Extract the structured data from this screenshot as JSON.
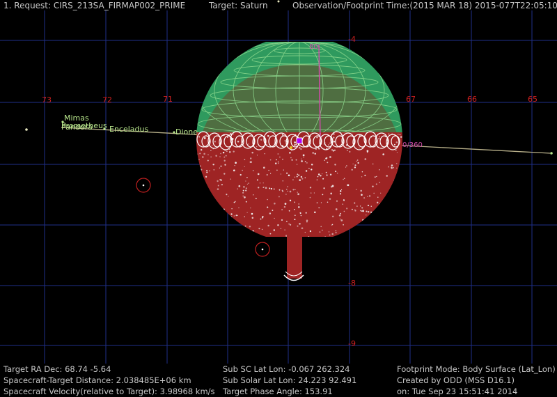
{
  "header": {
    "request": "1. Request: CIRS_213SA_FIRMAP002_PRIME",
    "target": "Target: Saturn",
    "time": "Observation/Footprint Time:(2015 MAR 18) 2015-077T22:05:10.62"
  },
  "grid": {
    "ra_labels": [
      "73",
      "72",
      "71",
      "67",
      "66",
      "65"
    ],
    "dec_labels": [
      "-4",
      "-8",
      "-9"
    ]
  },
  "moons": [
    "Mimas",
    "Prometheus",
    "Pandora",
    "Enceladus",
    "Dione"
  ],
  "planet_labels": {
    "lat_top": "80",
    "lon_mark": "0/360"
  },
  "colors": {
    "background": "#000000",
    "grid": "#1f2f8a",
    "planet_day": "#2f9a5e",
    "planet_grid": "#8ed98e",
    "planet_surface": "#9e2424",
    "footprint": "#ffffff",
    "ring_line": "#b8b08a",
    "moon_label": "#b8e68c",
    "axis_label": "#d02020",
    "meridian": "#d04aa8",
    "boresight": "#b000ff"
  },
  "footer": {
    "col1": [
      "Target RA Dec: 68.74   -5.64",
      "Spacecraft-Target Distance: 2.038485E+06 km",
      "Spacecraft Velocity(relative to Target): 3.98968 km/s"
    ],
    "col2": [
      "Sub SC Lat Lon: -0.067  262.324",
      "Sub Solar Lat Lon: 24.223   92.491",
      "Target Phase Angle: 153.91"
    ],
    "col3": [
      "Footprint Mode: Body Surface (Lat_Lon)",
      "Created by ODD (MSS D16.1)",
      "on: Tue Sep 23 15:51:41 2014"
    ]
  }
}
